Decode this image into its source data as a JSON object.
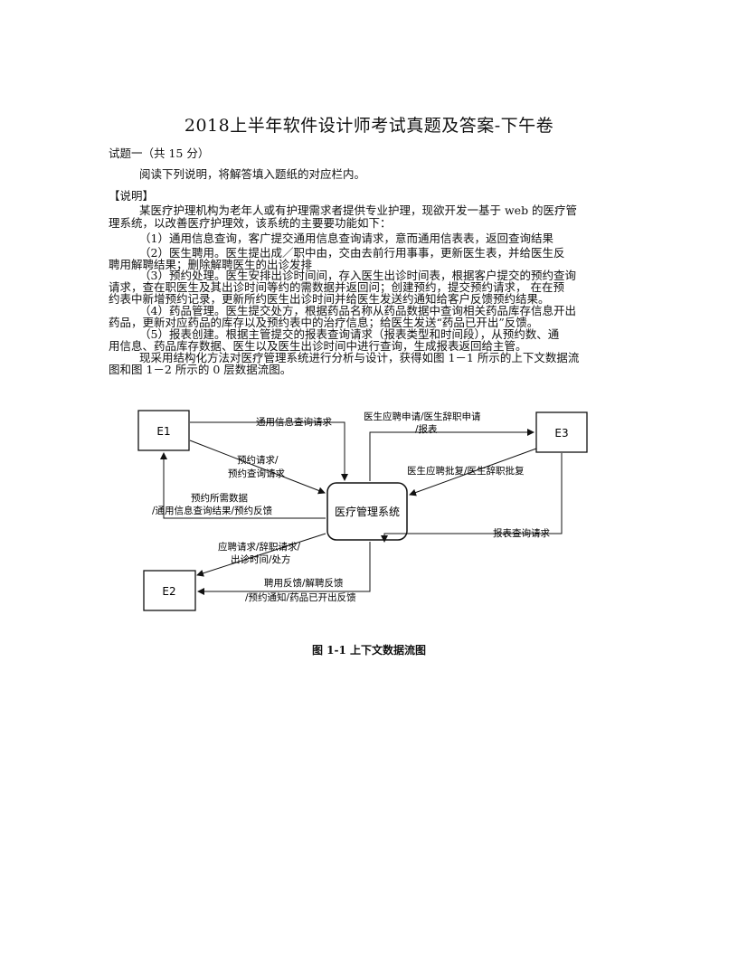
{
  "document": {
    "title": "2018上半年软件设计师考试真题及答案-下午卷",
    "question": "试题一（共 15 分）",
    "instruction": "阅读下列说明，将解答填入题纸的对应栏内。",
    "section_heading": "【说明】",
    "para1_line1": "某医疗护理机构为老年人或有护理需求者提供专业护理，现欲开发一基于 web 的医疗管",
    "para1_line2": "理系统，以改善医疗护理效，该系统的主要要功能如下：",
    "item1": "（1）通用信息查询，客广提交通用信息查询请求，意而通用信表表，返回查询结果",
    "item2_line1": "（2）医生聘用。医生提出成／职中由，交由去前行用事事，更新医生表，并给医生反",
    "item2_line2": "聘用解聘结果；删除解聘医生的出诊发排",
    "item3_line1": "（3）预约处理。医生安排出诊时间间，存入医生出诊时间表，根据客户提交的预约查询",
    "item3_line2": "请求，查在职医生及其出诊时间等约的需数据并返回问；创建预约，提交预约请求，  在在预",
    "item3_line3": "约表中新增预约记录，更新所约医生出诊时间并给医生发送约通知给客户反馈预约结果。",
    "item4_line1": "（4）药品管理。医生提交处方，根据药品名称从药品数据中查询相关药品库存信息开出",
    "item4_line2": "药品，更新对应药品的库存以及预约表中的治疗信息；给医生发送“药品已开出”反馈。",
    "item5_line1": "（5）报表创建。根据主管提交的报表查询请求（报表类型和时间段），从预约数、通",
    "item5_line2": "用信息、药品库存数据、医生以及医生出诊时间中进行查询，生成报表返回给主管。",
    "para_end_line1": "现采用结构化方法对医疗管理系统进行分析与设计，获得如图 1－1 所示的上下文数据流",
    "para_end_line2": "图和图 1－2 所示的 0 层数据流图。"
  },
  "diagram": {
    "entity_e1": "E1",
    "entity_e2": "E2",
    "entity_e3": "E3",
    "process": "医疗管理系统",
    "flow_general_query": "通用信息查询请求",
    "flow_appt_request_1": "预约请求/",
    "flow_appt_request_2": "预约查询请求",
    "flow_appt_data_1": "预约所需数据",
    "flow_appt_data_2": "/通用信息查询结果/预约反馈",
    "flow_apply_1": "医生应聘申请/医生辞职申请",
    "flow_apply_2": "/报表",
    "flow_approve": "医生应聘批复/医生辞职批复",
    "flow_report_query": "报表查询请求",
    "flow_e2_in_1": "应聘请求/辞职请求/",
    "flow_e2_in_2": "出诊时间/处方",
    "flow_e2_out_1": "聘用反馈/解聘反馈",
    "flow_e2_out_2": "/预约通知/药品已开出反馈",
    "caption": "图 1-1  上下文数据流图"
  }
}
